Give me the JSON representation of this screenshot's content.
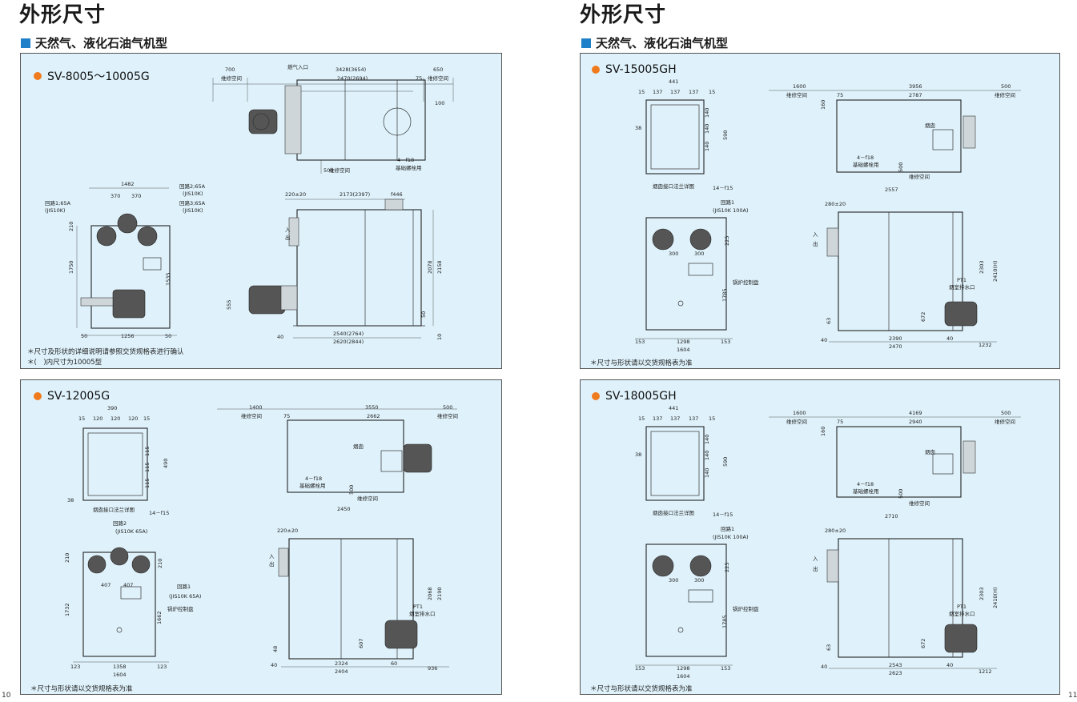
{
  "left_page": {
    "title": "外形尺寸",
    "section": "天然气、液化石油气机型",
    "page_number": "10",
    "panels": [
      {
        "model": "SV-8005～10005G",
        "notes": [
          "＊尺寸及形状的详细说明请参照交货规格表进行确认",
          "＊(　)内尺寸为10005型"
        ],
        "labels": {
          "gas_inlet": "燃气入口",
          "maint_space": "维修空间",
          "anchor_bolt": "基础螺栓用",
          "loop1": "回路1;65A",
          "loop1_std": "(JIS10K)",
          "loop2": "回路2;65A",
          "loop2_std": "(JIS10K)",
          "loop3": "回路3;65A",
          "loop3_std": "(JIS10K)",
          "bolt": "4－f18",
          "flue": "f446"
        },
        "dims": {
          "left_space": "700",
          "length": "3428(3654)",
          "body": "2470(2694)",
          "right_space": "650",
          "d75": "75",
          "d100": "100",
          "d500": "500",
          "w1482": "1482",
          "w370a": "370",
          "w370b": "370",
          "d210": "210",
          "d1750": "1750",
          "d1535": "1535",
          "d50a": "50",
          "d1256": "1256",
          "d50b": "50",
          "d220": "220±20",
          "d2173": "2173(2397)",
          "d2078": "2078",
          "d2158": "2158",
          "d555": "555",
          "d40": "40",
          "d2540": "2540(2764)",
          "d2620": "2620(2844)",
          "d10": "10",
          "d50c": "50",
          "out": "出",
          "in": "入"
        }
      },
      {
        "model": "SV-12005G",
        "notes": [
          "＊尺寸与形状请以交货规格表为准"
        ],
        "labels": {
          "maint_space": "维修空间",
          "flue": "烟囱",
          "flange": "烟囱接口法兰详图",
          "bolt14": "14－f15",
          "bolt4": "4－f18",
          "anchor_bolt": "基础螺栓用",
          "loop2": "回路2",
          "loop2_std": "(JIS10K 65A)",
          "loop1": "回路1",
          "loop1_std": "(JIS10K 65A)",
          "panel": "锅炉控制盘",
          "pt1": "PT1",
          "drain": "烟室排水口"
        },
        "dims": {
          "w390": "390",
          "d15a": "15",
          "d120a": "120",
          "d120b": "120",
          "d120c": "120",
          "d15b": "15",
          "d38": "38",
          "d115a": "115",
          "d115b": "115",
          "d115c": "115",
          "d490": "490",
          "left_space": "1400",
          "length": "3550",
          "right_space": "500",
          "d75": "75",
          "body": "2662",
          "d2450": "2450",
          "d500": "500",
          "d210": "210",
          "d407a": "407",
          "d407b": "407",
          "d1732": "1732",
          "d1662": "1662",
          "d210b": "210",
          "d123a": "123",
          "d1358": "1358",
          "d123b": "123",
          "d1604": "1604",
          "d220": "220±20",
          "d2068": "2068",
          "d2190": "2190",
          "d607": "607",
          "d48": "48",
          "d40": "40",
          "d2324": "2324",
          "d2404": "2404",
          "d60": "60",
          "d936": "936",
          "out": "出",
          "in": "入"
        }
      }
    ]
  },
  "right_page": {
    "title": "外形尺寸",
    "section": "天然气、液化石油气机型",
    "page_number": "11",
    "panels": [
      {
        "model": "SV-15005GH",
        "notes": [
          "＊尺寸与形状请以交货规格表为准"
        ],
        "labels": {
          "maint_space": "维修空间",
          "flue": "烟囱",
          "flange": "烟囱接口法兰详图",
          "bolt14": "14－f15",
          "bolt4": "4－f18",
          "anchor_bolt": "基础螺栓用",
          "loop1": "回路1",
          "loop1_std": "(JIS10K 100A)",
          "panel": "锅炉控制盘",
          "pt1": "PT1",
          "drain": "烟室排水口"
        },
        "dims": {
          "w441": "441",
          "d15a": "15",
          "d137a": "137",
          "d137b": "137",
          "d137c": "137",
          "d15b": "15",
          "d38": "38",
          "d140a": "140",
          "d140b": "140",
          "d140c": "140",
          "d590": "590",
          "left_space": "1600",
          "length": "3956",
          "right_space": "500",
          "d75": "75",
          "body": "2787",
          "d160": "160",
          "d500": "500",
          "d2557": "2557",
          "d300a": "300",
          "d300b": "300",
          "d225": "225",
          "d1785": "1785",
          "d153a": "153",
          "d1298": "1298",
          "d153b": "153",
          "d1604": "1604",
          "d280": "280±20",
          "d2303": "2303",
          "d2410": "2410(H)",
          "d672": "672",
          "d63": "63",
          "d40": "40",
          "d2390": "2390",
          "d2470": "2470",
          "d40b": "40",
          "d1232": "1232",
          "out": "出",
          "in": "入"
        }
      },
      {
        "model": "SV-18005GH",
        "notes": [
          "＊尺寸与形状请以交货规格表为准"
        ],
        "labels": {
          "maint_space": "维修空间",
          "flue": "烟囱",
          "flange": "烟囱接口法兰详图",
          "bolt14": "14－f15",
          "bolt4": "4－f18",
          "anchor_bolt": "基础螺栓用",
          "loop1": "回路1",
          "loop1_std": "(JIS10K 100A)",
          "panel": "锅炉控制盘",
          "pt1": "PT1",
          "drain": "烟室排水口"
        },
        "dims": {
          "w441": "441",
          "d15a": "15",
          "d137a": "137",
          "d137b": "137",
          "d137c": "137",
          "d15b": "15",
          "d38": "38",
          "d140a": "140",
          "d140b": "140",
          "d140c": "140",
          "d590": "590",
          "left_space": "1600",
          "length": "4169",
          "right_space": "500",
          "d75": "75",
          "body": "2940",
          "d160": "160",
          "d500": "500",
          "d2710": "2710",
          "d300a": "300",
          "d300b": "300",
          "d225": "225",
          "d1785": "1785",
          "d153a": "153",
          "d1298": "1298",
          "d153b": "153",
          "d1604": "1604",
          "d280": "280±20",
          "d2303": "2303",
          "d2410": "2410(H)",
          "d672": "672",
          "d63": "63",
          "d40": "40",
          "d2543": "2543",
          "d2623": "2623",
          "d40b": "40",
          "d1212": "1212",
          "out": "出",
          "in": "入"
        }
      }
    ]
  }
}
